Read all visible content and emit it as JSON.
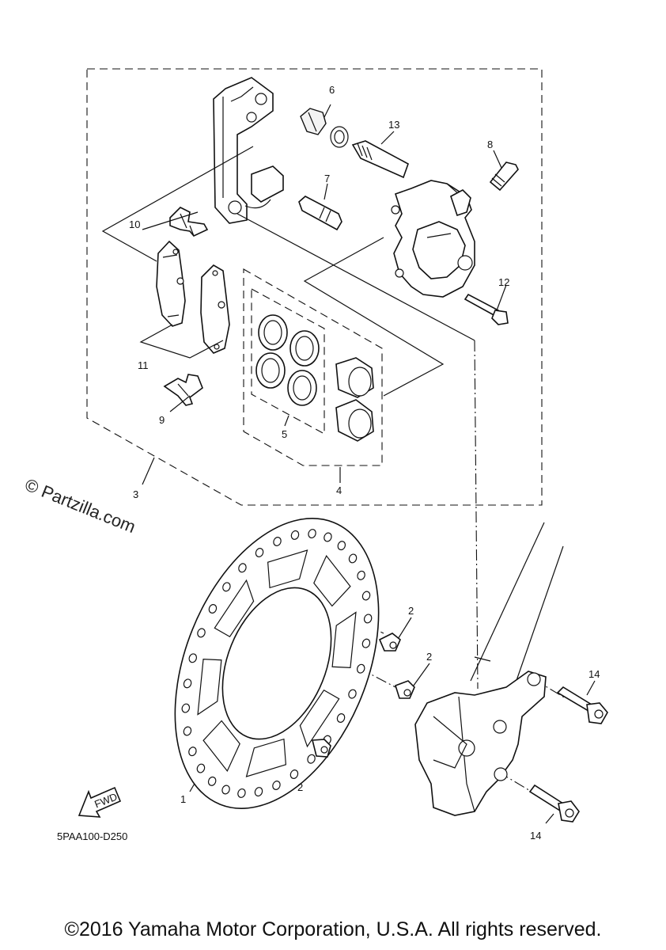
{
  "watermark": "© Partzilla.com",
  "diagram_code": "5PAA100-D250",
  "fwd_label": "FWD",
  "copyright": "©2016 Yamaha Motor Corporation, U.S.A. All rights reserved.",
  "callouts": {
    "c1": "1",
    "c2a": "2",
    "c2b": "2",
    "c2c": "2",
    "c3": "3",
    "c4": "4",
    "c5": "5",
    "c6": "6",
    "c7": "7",
    "c8": "8",
    "c9": "9",
    "c10": "10",
    "c11": "11",
    "c12": "12",
    "c13": "13",
    "c14a": "14",
    "c14b": "14"
  }
}
